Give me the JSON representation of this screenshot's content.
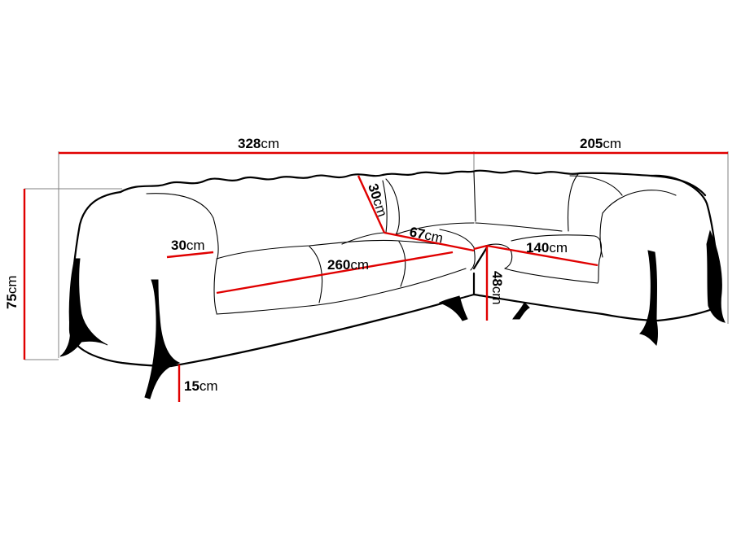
{
  "dimensions": {
    "total_width": {
      "value": "328",
      "unit": "cm"
    },
    "side_width": {
      "value": "205",
      "unit": "cm"
    },
    "height": {
      "value": "75",
      "unit": "cm"
    },
    "arm_width": {
      "value": "30",
      "unit": "cm"
    },
    "seat_length": {
      "value": "260",
      "unit": "cm"
    },
    "back_depth": {
      "value": "30",
      "unit": "cm"
    },
    "corner_seat": {
      "value": "67",
      "unit": "cm"
    },
    "side_seat_length": {
      "value": "140",
      "unit": "cm"
    },
    "seat_height": {
      "value": "48",
      "unit": "cm"
    },
    "leg_height": {
      "value": "15",
      "unit": "cm"
    }
  },
  "colors": {
    "dimension_line": "#e00000",
    "outline": "#000000",
    "guide_line": "#808080"
  }
}
